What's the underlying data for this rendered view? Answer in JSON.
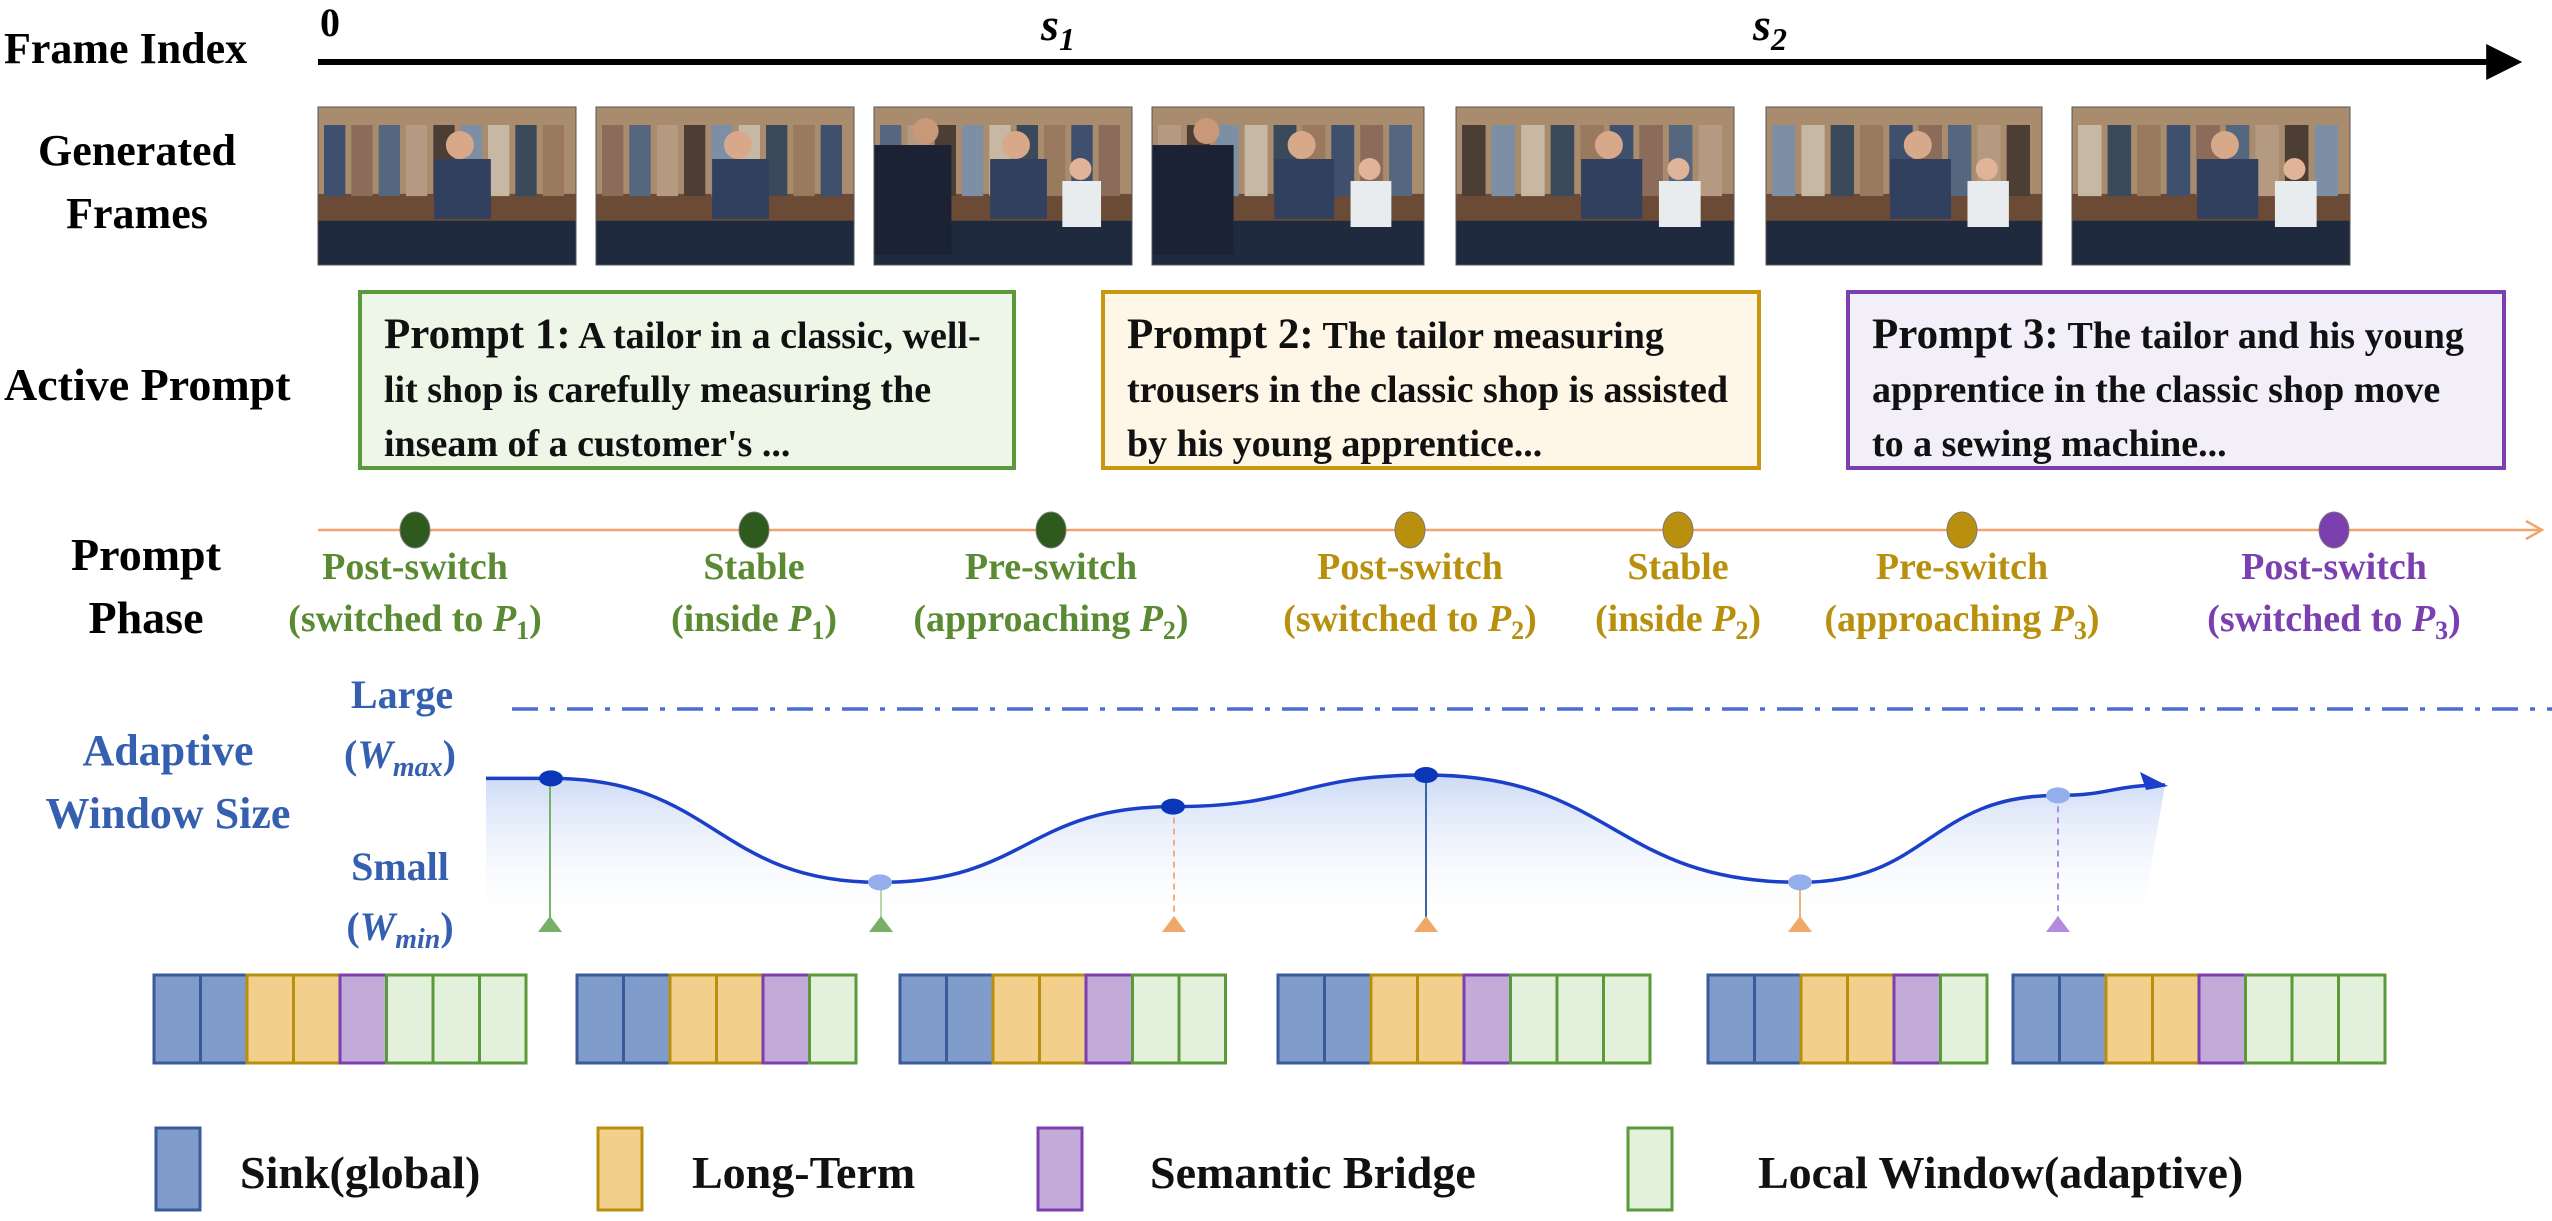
{
  "colors": {
    "green": "#5a8a32",
    "dark_green": "#2f5a1e",
    "gold": "#b8900e",
    "purple": "#7b3fb0",
    "blue_text": "#3560b0",
    "curve": "#1a3fc8",
    "sink_fill": "#7f9ccb",
    "sink_border": "#3a5a9c",
    "long_fill": "#f2d08c",
    "long_border": "#b8900e",
    "bridge_fill": "#c2abd9",
    "bridge_border": "#7b3fb0",
    "local_fill": "#e3f1dc",
    "local_border": "#5a9a3a",
    "timeline": "#f2a46a"
  },
  "labels": {
    "frame_index": "Frame Index",
    "generated_frames_1": "Generated",
    "generated_frames_2": "Frames",
    "active_prompt": "Active Prompt",
    "prompt_phase_1": "Prompt",
    "prompt_phase_2": "Phase",
    "adaptive_1": "Adaptive",
    "adaptive_2": "Window Size",
    "large": "Large",
    "wmax": "W",
    "wmax_sub": "max",
    "small": "Small",
    "wmin": "W",
    "wmin_sub": "min"
  },
  "axis": {
    "origin": "0",
    "s1": "s",
    "s1_sub": "1",
    "s2": "s",
    "s2_sub": "2"
  },
  "prompts": [
    {
      "name": "Prompt 1:",
      "text": "A tailor in a classic, well-lit shop is carefully measuring the inseam of a customer's ..."
    },
    {
      "name": "Prompt 2:",
      "text": "The tailor measuring trousers in the classic shop is assisted by his young apprentice..."
    },
    {
      "name": "Prompt 3:",
      "text": "The tailor and his young apprentice in the classic shop move to a sewing machine..."
    }
  ],
  "phases": [
    {
      "title": "Post-switch",
      "sub_pre": "(switched to ",
      "sub_p": "P",
      "sub_n": "1",
      "sub_post": ")",
      "color": "#5a8a32"
    },
    {
      "title": "Stable",
      "sub_pre": "(inside ",
      "sub_p": "P",
      "sub_n": "1",
      "sub_post": ")",
      "color": "#5a8a32"
    },
    {
      "title": "Pre-switch",
      "sub_pre": "(approaching ",
      "sub_p": "P",
      "sub_n": "2",
      "sub_post": ")",
      "color": "#5a8a32"
    },
    {
      "title": "Post-switch",
      "sub_pre": "(switched to ",
      "sub_p": "P",
      "sub_n": "2",
      "sub_post": ")",
      "color": "#b8900e"
    },
    {
      "title": "Stable",
      "sub_pre": "(inside ",
      "sub_p": "P",
      "sub_n": "2",
      "sub_post": ")",
      "color": "#b8900e"
    },
    {
      "title": "Pre-switch",
      "sub_pre": "(approaching ",
      "sub_p": "P",
      "sub_n": "3",
      "sub_post": ")",
      "color": "#b8900e"
    },
    {
      "title": "Post-switch",
      "sub_pre": "(switched to ",
      "sub_p": "P",
      "sub_n": "3",
      "sub_post": ")",
      "color": "#7b3fb0"
    }
  ],
  "window_levels": [
    0.97,
    0.05,
    0.72,
    1.0,
    0.05,
    0.82
  ],
  "cache_groups": [
    [
      "sink",
      "sink",
      "long",
      "long",
      "bridge",
      "local",
      "local",
      "local"
    ],
    [
      "sink",
      "sink",
      "long",
      "long",
      "bridge",
      "local"
    ],
    [
      "sink",
      "sink",
      "long",
      "long",
      "bridge",
      "local",
      "local"
    ],
    [
      "sink",
      "sink",
      "long",
      "long",
      "bridge",
      "local",
      "local",
      "local"
    ],
    [
      "sink",
      "sink",
      "long",
      "long",
      "bridge",
      "local"
    ],
    [
      "sink",
      "sink",
      "long",
      "long",
      "bridge",
      "local",
      "local",
      "local"
    ]
  ],
  "legend": [
    {
      "type": "sink",
      "label": "Sink(global)"
    },
    {
      "type": "long",
      "label": "Long-Term"
    },
    {
      "type": "bridge",
      "label": "Semantic Bridge"
    },
    {
      "type": "local",
      "label": "Local Window(adaptive)"
    }
  ]
}
